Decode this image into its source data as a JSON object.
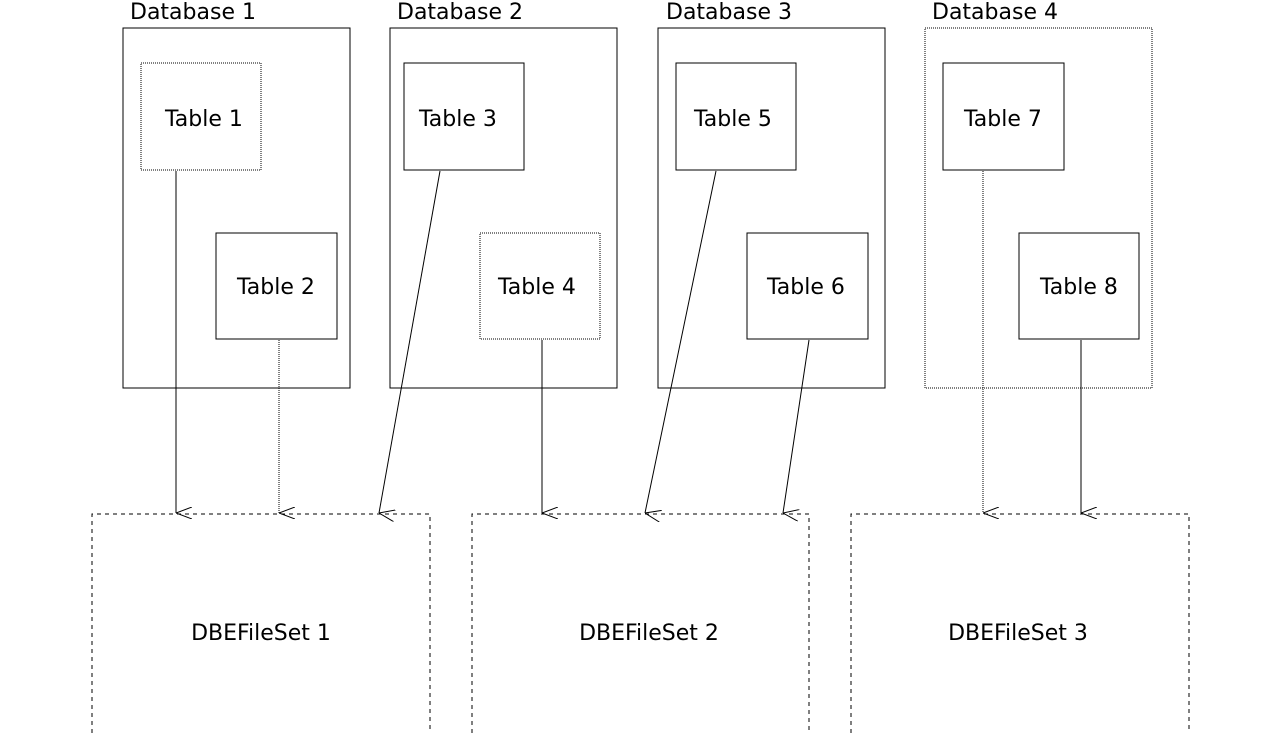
{
  "databases": [
    {
      "label": "Database 1",
      "tables": [
        "Table 1",
        "Table 2"
      ]
    },
    {
      "label": "Database 2",
      "tables": [
        "Table 3",
        "Table 4"
      ]
    },
    {
      "label": "Database 3",
      "tables": [
        "Table 5",
        "Table 6"
      ]
    },
    {
      "label": "Database 4",
      "tables": [
        "Table 7",
        "Table 8"
      ]
    }
  ],
  "filesets": [
    {
      "label": "DBEFileSet 1"
    },
    {
      "label": "DBEFileSet 2"
    },
    {
      "label": "DBEFileSet 3"
    }
  ],
  "mappings": [
    {
      "table": "Table 1",
      "fileset": "DBEFileSet 1"
    },
    {
      "table": "Table 2",
      "fileset": "DBEFileSet 1"
    },
    {
      "table": "Table 3",
      "fileset": "DBEFileSet 1"
    },
    {
      "table": "Table 4",
      "fileset": "DBEFileSet 2"
    },
    {
      "table": "Table 5",
      "fileset": "DBEFileSet 2"
    },
    {
      "table": "Table 6",
      "fileset": "DBEFileSet 2"
    },
    {
      "table": "Table 7",
      "fileset": "DBEFileSet 3"
    },
    {
      "table": "Table 8",
      "fileset": "DBEFileSet 3"
    }
  ],
  "colors": {
    "stroke": "#000000",
    "background": "#ffffff"
  }
}
